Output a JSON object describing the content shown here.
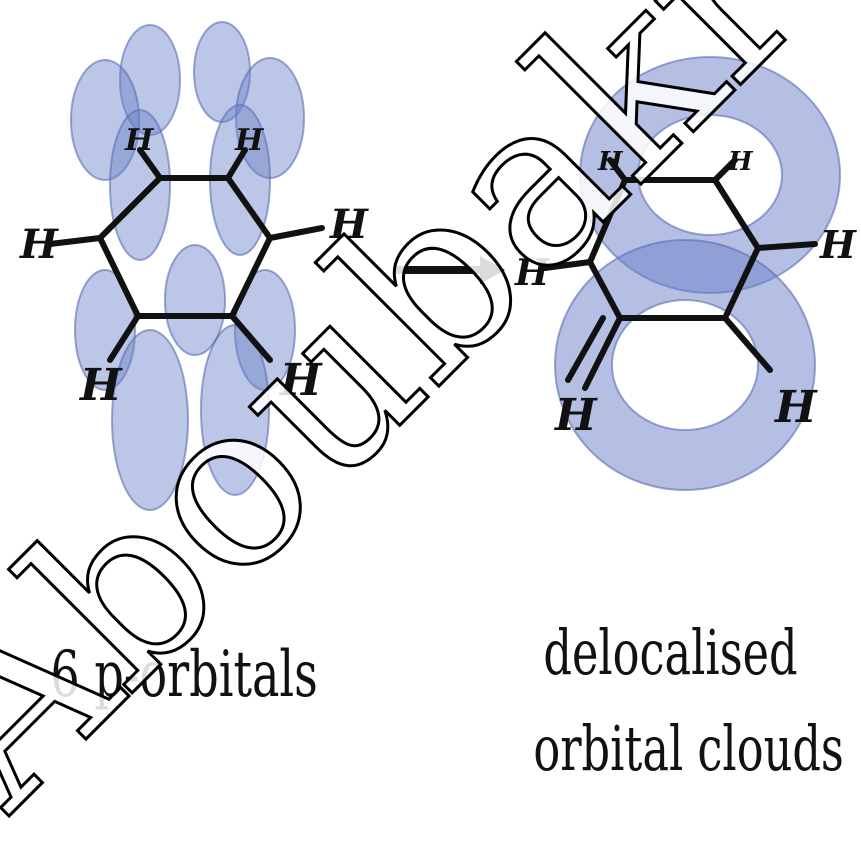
{
  "labels": {
    "left": "6 p-orbitals",
    "right_line1": "delocalised",
    "right_line2": "orbital clouds"
  },
  "atoms": {
    "hydrogen": "H"
  },
  "watermark": "Aboubakr H",
  "colors": {
    "background": "#ffffff",
    "orbital_fill": "#6b80c8",
    "orbital_stroke": "#5a6db5",
    "bond": "#111111",
    "arrow": "#111111",
    "watermark_fill": "#ffffff",
    "watermark_stroke": "#000000"
  },
  "icons": {
    "left_figure": "p-orbitals-benzene-icon",
    "right_figure": "delocalised-clouds-benzene-icon",
    "arrow": "right-arrow-icon"
  }
}
